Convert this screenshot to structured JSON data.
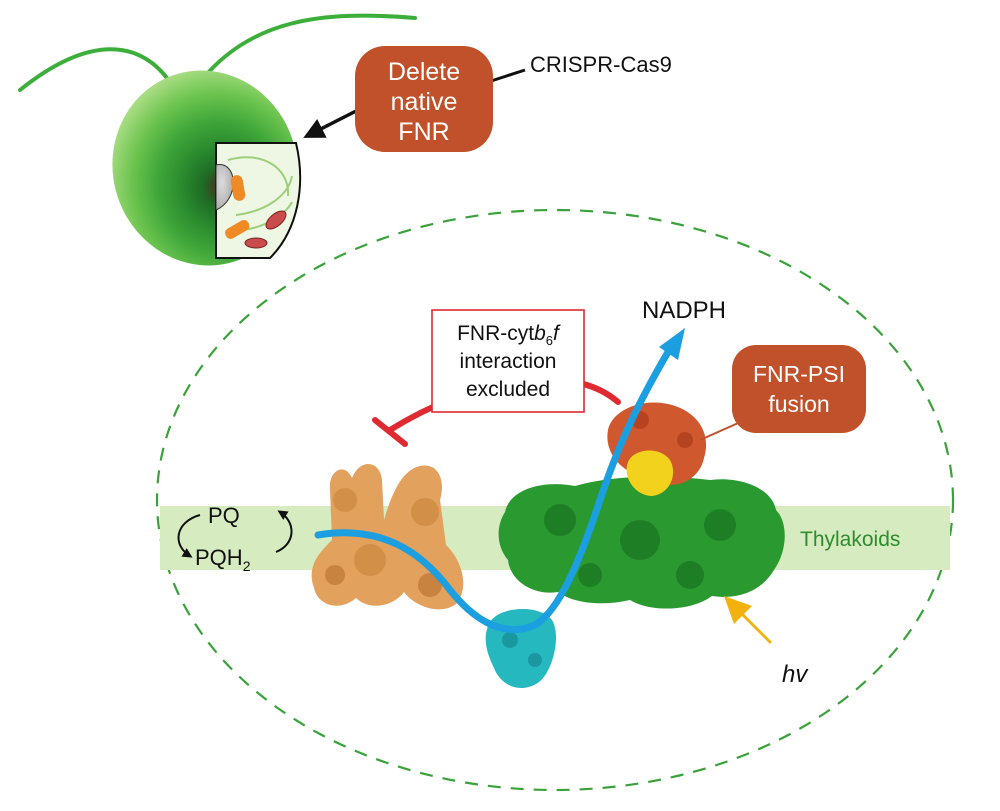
{
  "labels": {
    "crispr": "CRISPR-Cas9",
    "delete_line1": "Delete",
    "delete_line2": "native",
    "delete_line3": "FNR",
    "excl_line1_a": "FNR-cyt",
    "excl_line1_b": "b",
    "excl_line1_sub": "6",
    "excl_line1_c": "f",
    "excl_line2": "interaction",
    "excl_line3": "excluded",
    "nadph": "NADPH",
    "fusion_line1": "FNR-PSI",
    "fusion_line2": "fusion",
    "pq": "PQ",
    "pqh2_main": "PQH",
    "pqh2_sub": "2",
    "thylakoids": "Thylakoids",
    "hv": "hv"
  },
  "colors": {
    "badge": "#c0512b",
    "inhibition": "#e02a32",
    "electron_path": "#1b9fe0",
    "membrane_band": "#d6ecc0",
    "thylakoid_text": "#2e8b2e",
    "ellipse_dash": "#3aa23a",
    "cytb6f": "#e2a15c",
    "psi": "#2a9a30",
    "fnr": "#d0582e",
    "ferredoxin": "#f2d21c",
    "plastocyanin": "#25b8be",
    "light_arrow": "#f2b10c"
  }
}
